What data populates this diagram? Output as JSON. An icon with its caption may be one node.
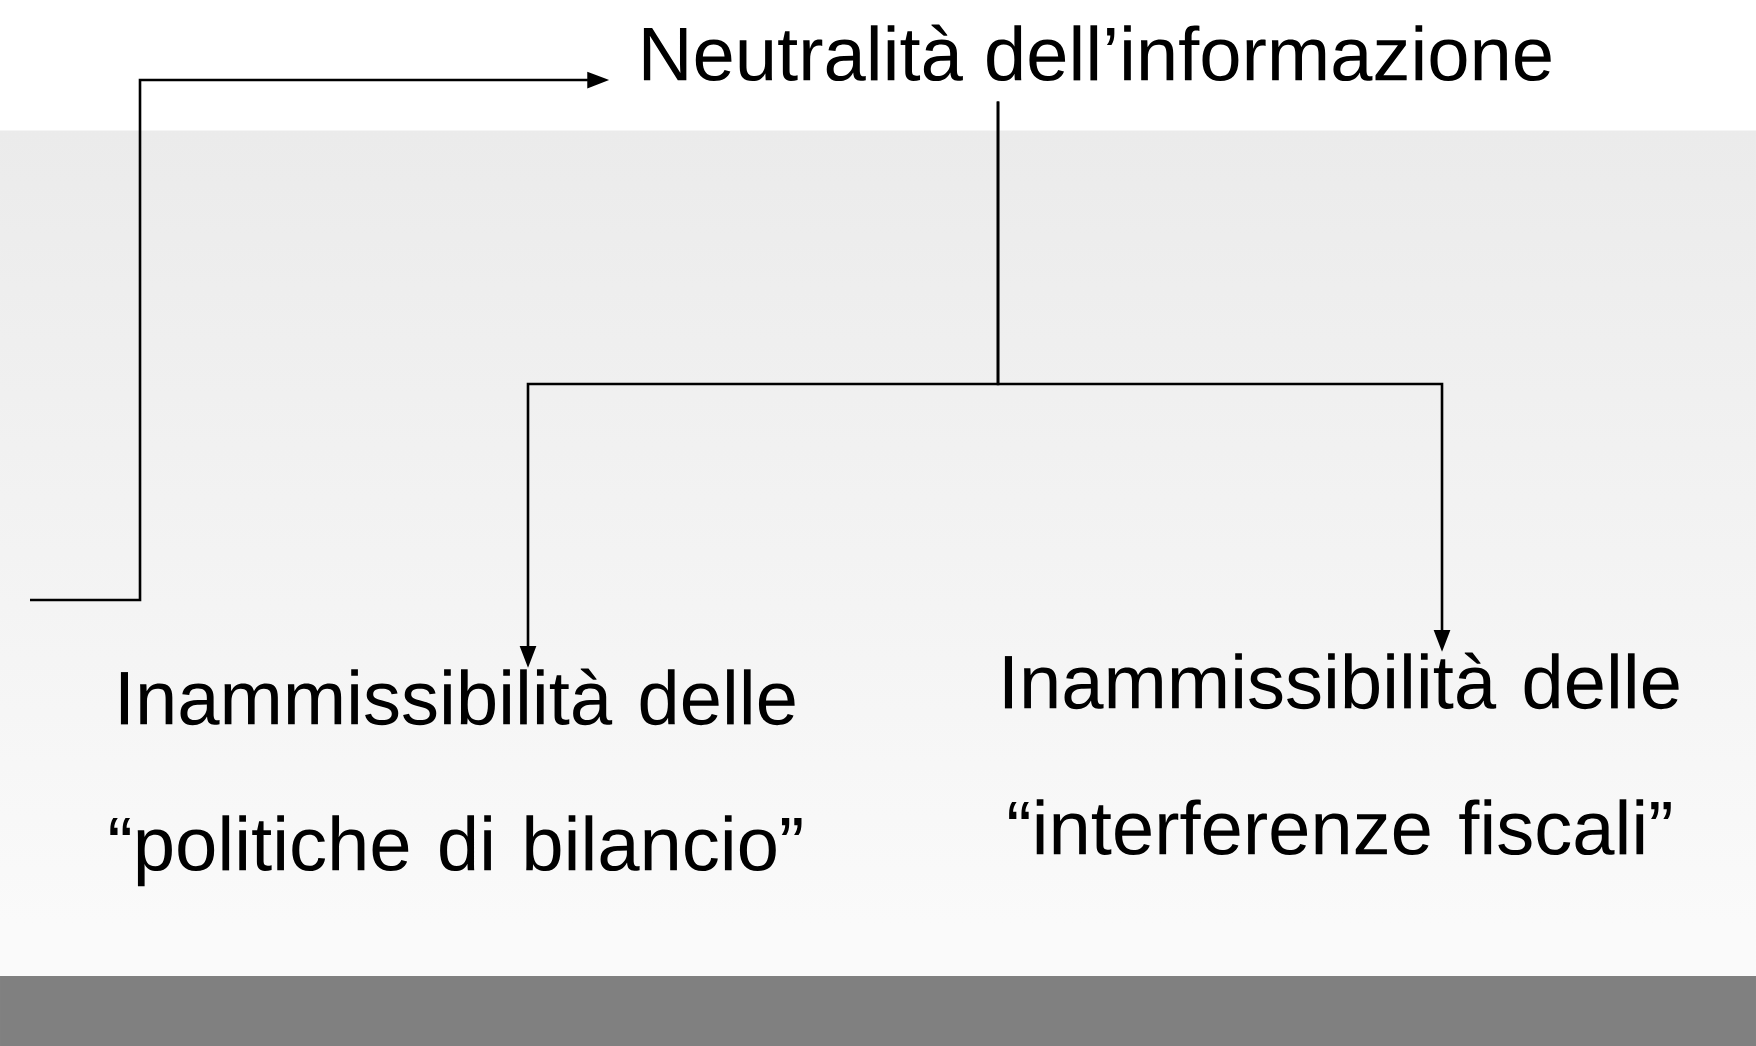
{
  "diagram": {
    "nodes": [
      {
        "text": [
          "Neutralità dell’informazione"
        ]
      },
      {
        "text": [
          "Inammissibilità delle “politiche di bilancio”"
        ]
      },
      {
        "text": [
          "Inammissibilità delle “interferenze fiscali”"
        ]
      }
    ],
    "edges": [
      {
        "from": null,
        "to": 0,
        "arrow": "to"
      },
      {
        "from": 0,
        "to": 1,
        "arrow": "to"
      },
      {
        "from": 0,
        "to": 2,
        "arrow": "to"
      }
    ]
  }
}
